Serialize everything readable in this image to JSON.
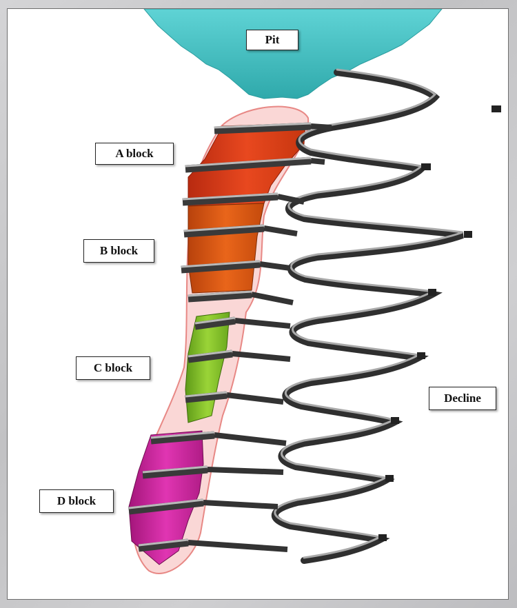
{
  "figure": {
    "labels": {
      "pit": "Pit",
      "a_block": "A block",
      "b_block": "B block",
      "c_block": "C block",
      "d_block": "D block",
      "decline": "Decline"
    },
    "colors": {
      "pit": "#43c4c6",
      "a_block": "#e0441f",
      "b_block": "#de5a14",
      "c_block": "#86c52b",
      "d_block": "#d62aa6",
      "envelope": "#f08d8a",
      "decline": "#2f2f2f"
    }
  }
}
